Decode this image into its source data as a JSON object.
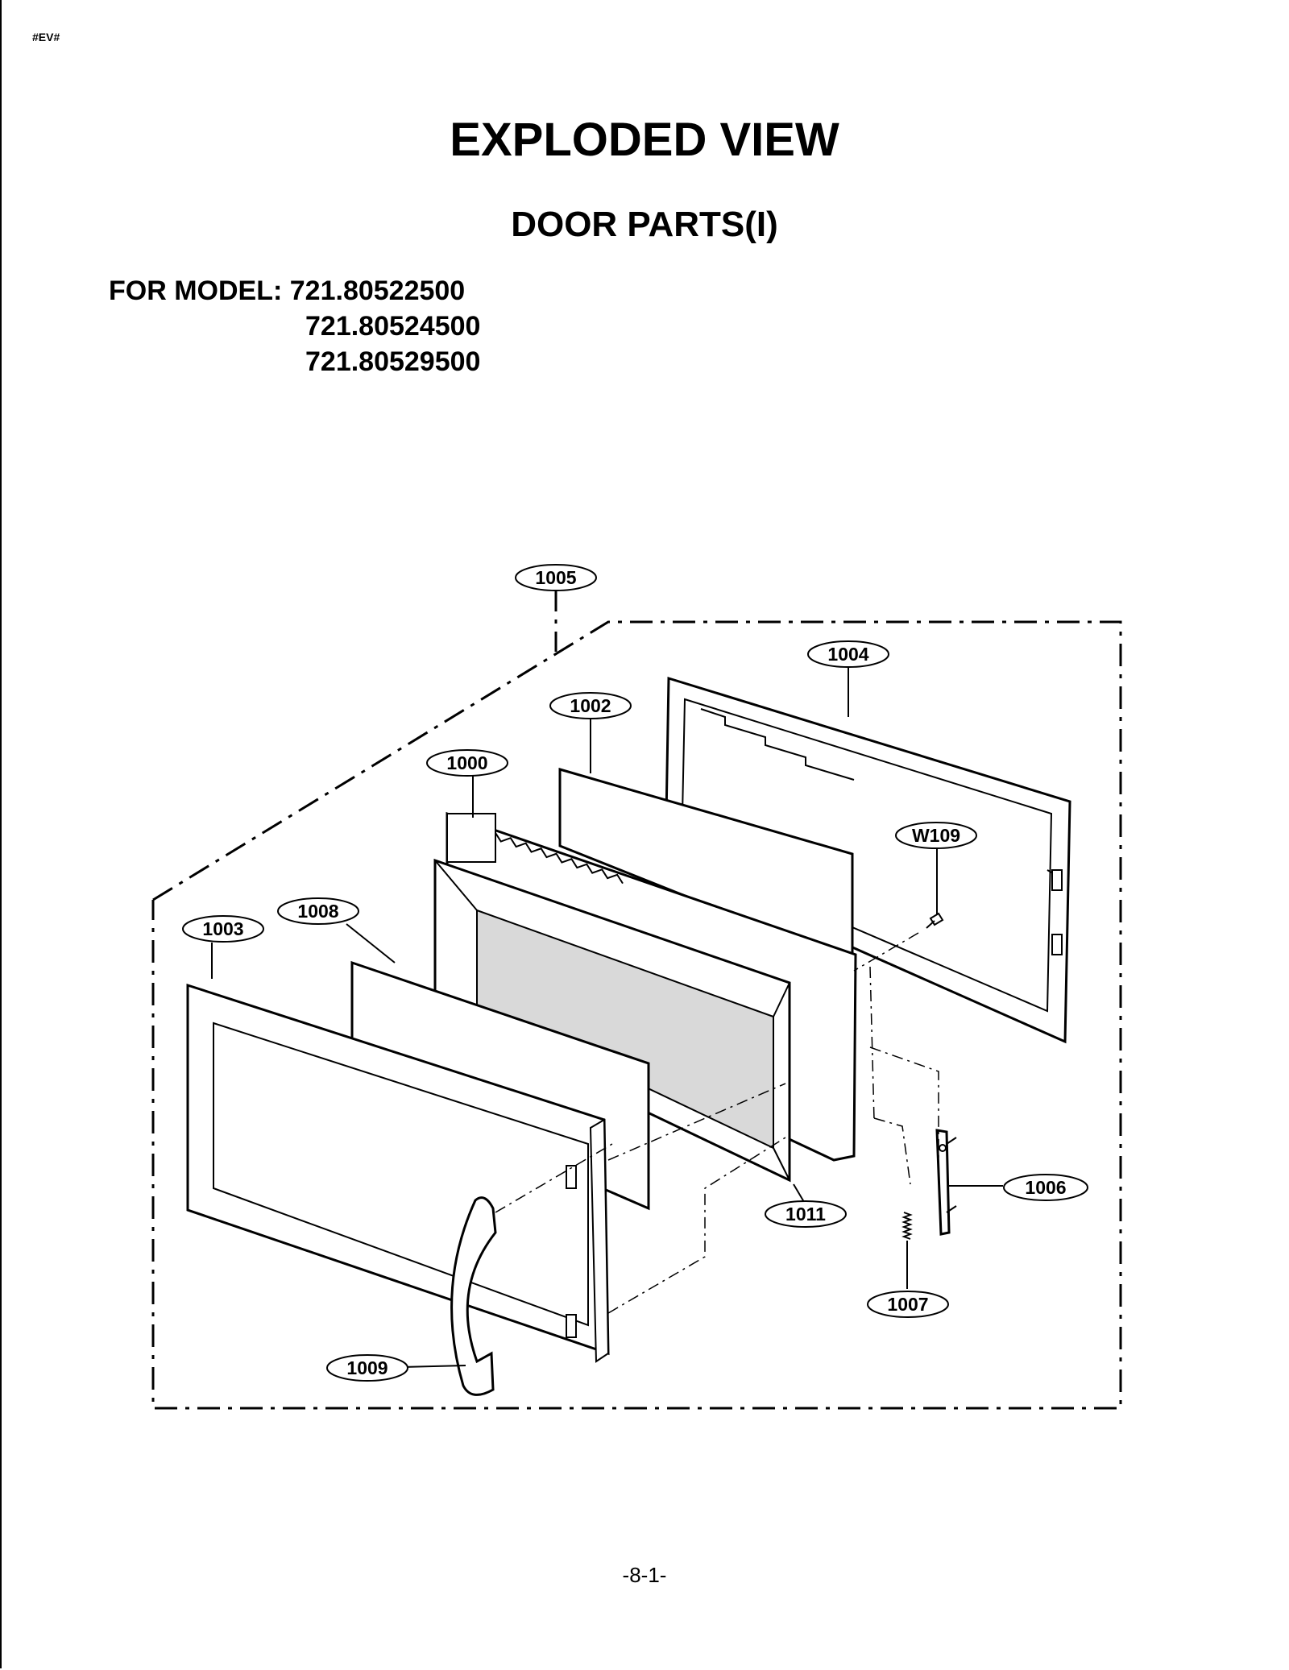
{
  "header": {
    "tag": "#EV#"
  },
  "title": "EXPLODED VIEW",
  "subtitle": "DOOR PARTS(I)",
  "models": {
    "label": "FOR MODEL:",
    "list": [
      "721.80522500",
      "721.80524500",
      "721.80529500"
    ]
  },
  "callouts": {
    "c1005": "1005",
    "c1004": "1004",
    "c1002": "1002",
    "c1000": "1000",
    "cW109": "W109",
    "c1008": "1008",
    "c1003": "1003",
    "c1006": "1006",
    "c1011": "1011",
    "c1007": "1007",
    "c1009": "1009"
  },
  "footer": {
    "page": "-8-1-"
  }
}
